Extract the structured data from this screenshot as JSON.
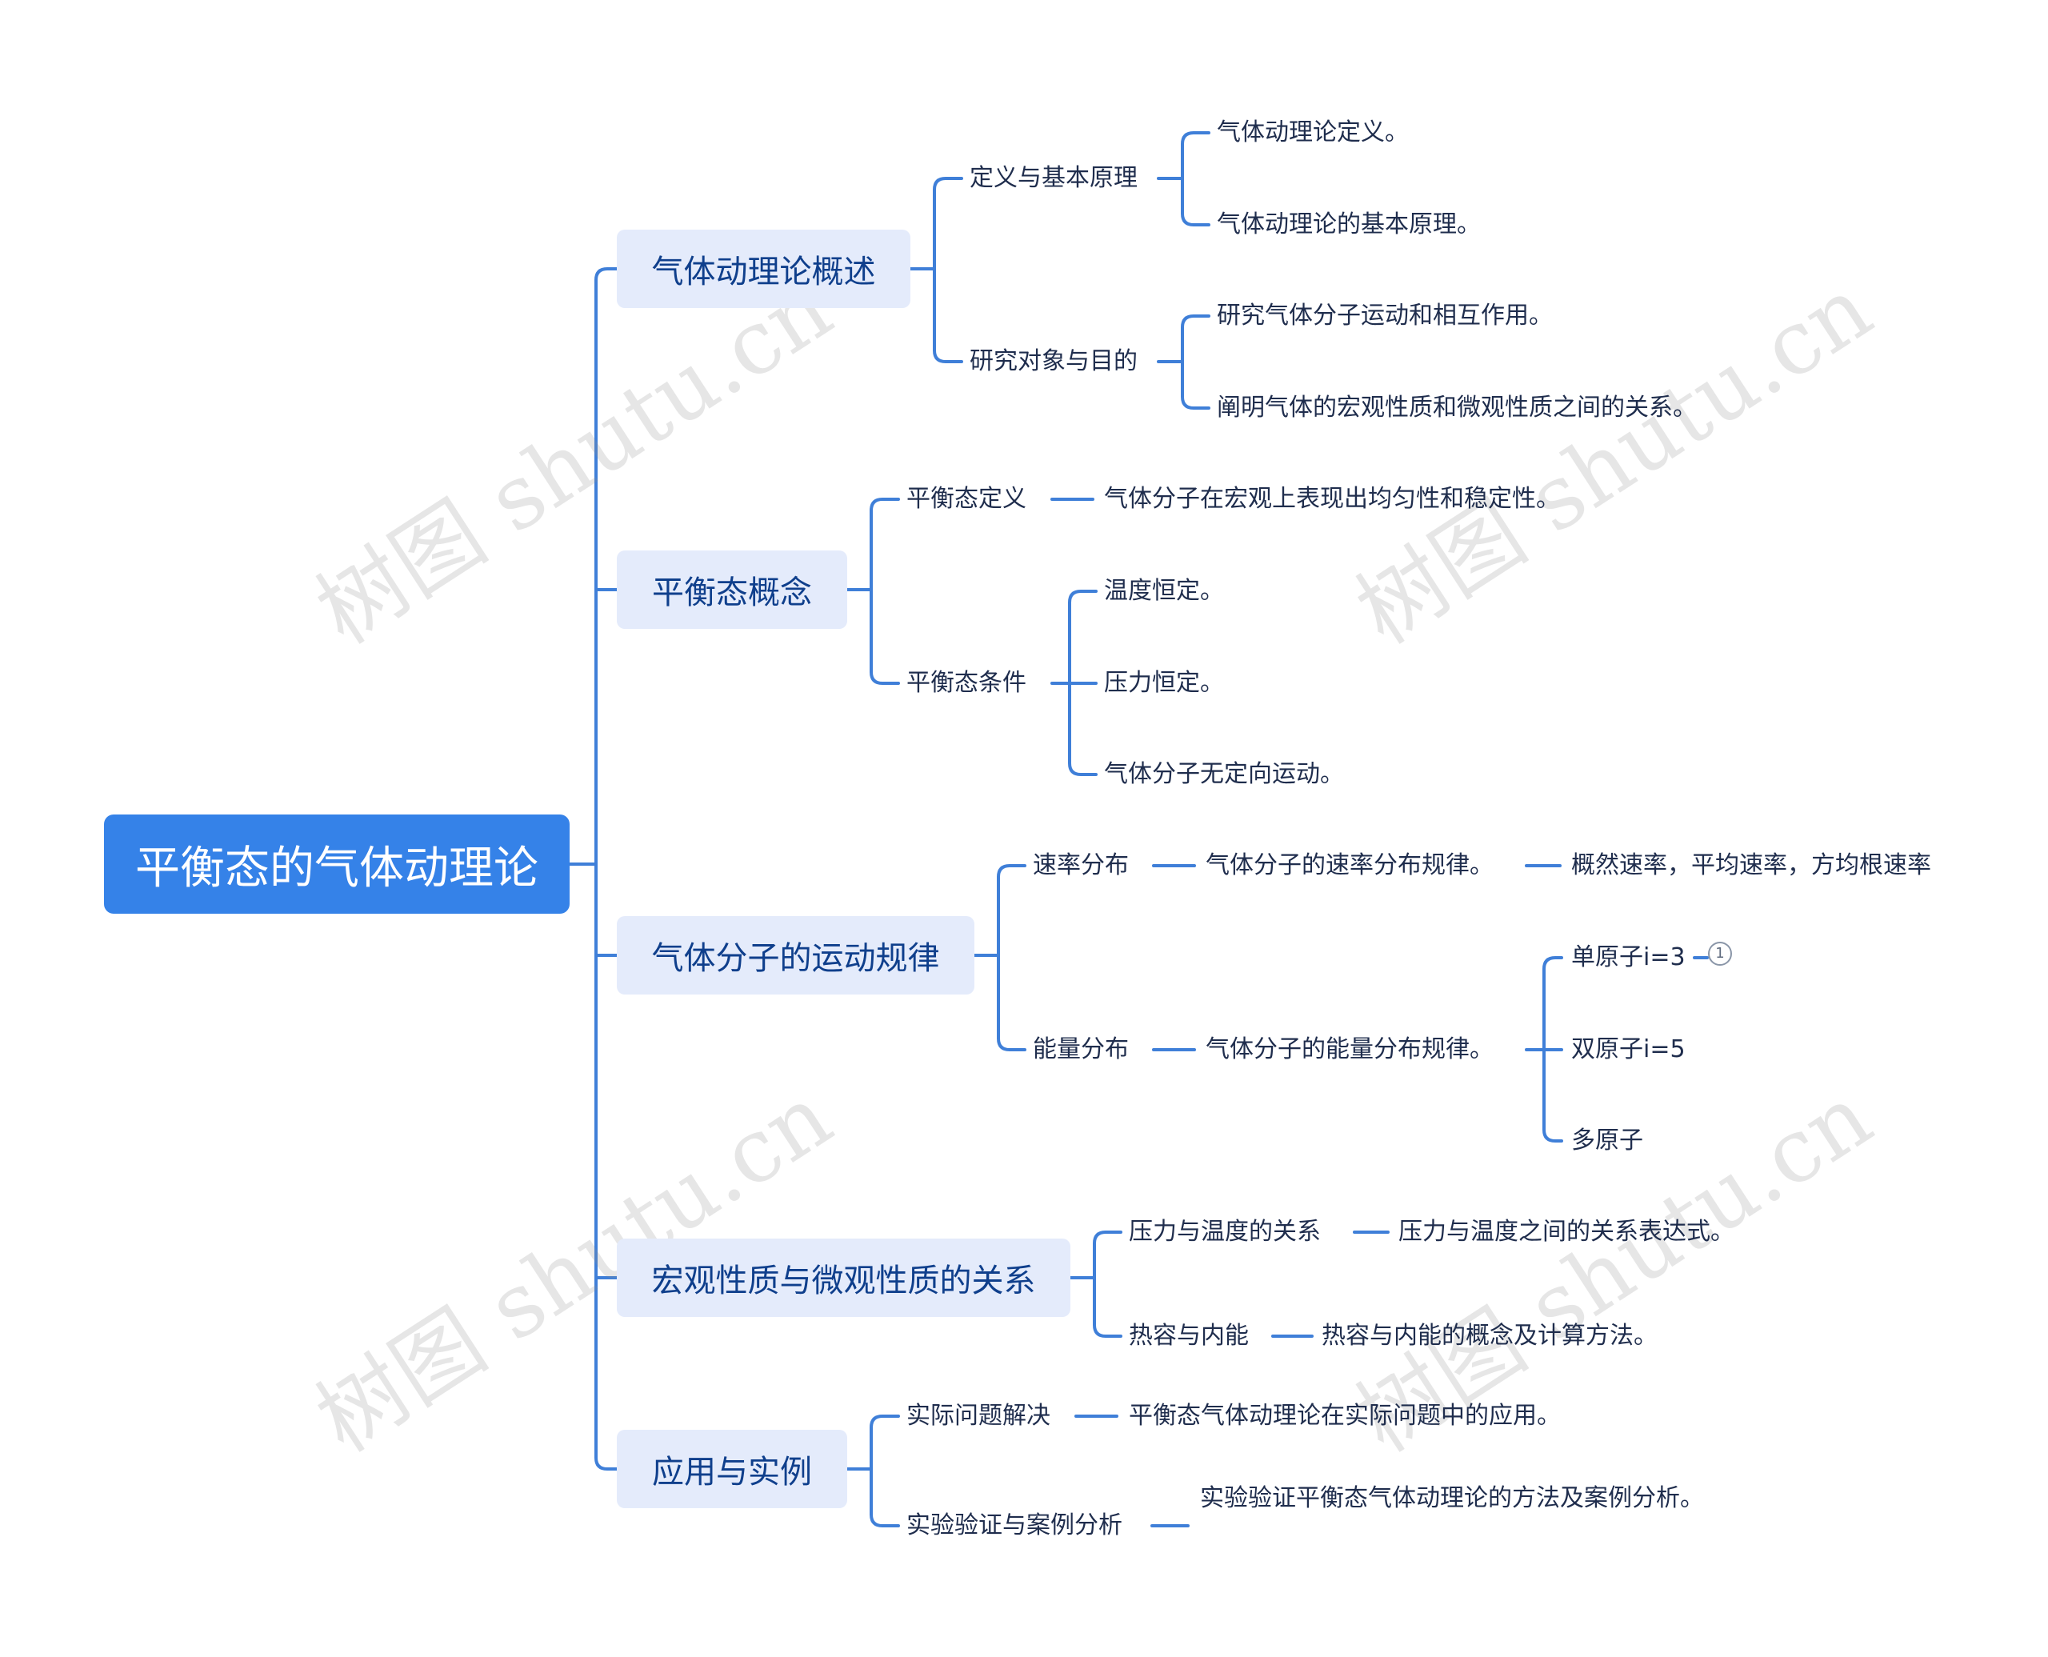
{
  "root": {
    "label": "平衡态的气体动理论"
  },
  "watermark": "树图 shutu.cn",
  "colors": {
    "root_fill": "#3582e8",
    "branch_fill": "#e4ebfb",
    "line": "#3f7fd8",
    "text": "#1f2d4d"
  },
  "branches": [
    {
      "label": "气体动理论概述",
      "children": [
        {
          "label": "定义与基本原理",
          "children": [
            {
              "label": "气体动理论定义。"
            },
            {
              "label": "气体动理论的基本原理。"
            }
          ]
        },
        {
          "label": "研究对象与目的",
          "children": [
            {
              "label": "研究气体分子运动和相互作用。"
            },
            {
              "label": "阐明气体的宏观性质和微观性质之间的关系。"
            }
          ]
        }
      ]
    },
    {
      "label": "平衡态概念",
      "children": [
        {
          "label": "平衡态定义",
          "children": [
            {
              "label": "气体分子在宏观上表现出均匀性和稳定性。"
            }
          ]
        },
        {
          "label": "平衡态条件",
          "children": [
            {
              "label": "温度恒定。"
            },
            {
              "label": "压力恒定。"
            },
            {
              "label": "气体分子无定向运动。"
            }
          ]
        }
      ]
    },
    {
      "label": "气体分子的运动规律",
      "children": [
        {
          "label": "速率分布",
          "children": [
            {
              "label": "气体分子的速率分布规律。",
              "children": [
                {
                  "label": "概然速率，平均速率，方均根速率"
                }
              ]
            }
          ]
        },
        {
          "label": "能量分布",
          "children": [
            {
              "label": "气体分子的能量分布规律。",
              "children": [
                {
                  "label": "单原子i=3",
                  "badge": "1"
                },
                {
                  "label": "双原子i=5"
                },
                {
                  "label": "多原子"
                }
              ]
            }
          ]
        }
      ]
    },
    {
      "label": "宏观性质与微观性质的关系",
      "children": [
        {
          "label": "压力与温度的关系",
          "children": [
            {
              "label": "压力与温度之间的关系表达式。"
            }
          ]
        },
        {
          "label": "热容与内能",
          "children": [
            {
              "label": "热容与内能的概念及计算方法。"
            }
          ]
        }
      ]
    },
    {
      "label": "应用与实例",
      "children": [
        {
          "label": "实际问题解决",
          "children": [
            {
              "label": "平衡态气体动理论在实际问题中的应用。"
            }
          ]
        },
        {
          "label": "实验验证与案例分析",
          "children": [
            {
              "label": "实验验证平衡态气体动理论的方法及案例分析。"
            }
          ]
        }
      ]
    }
  ]
}
